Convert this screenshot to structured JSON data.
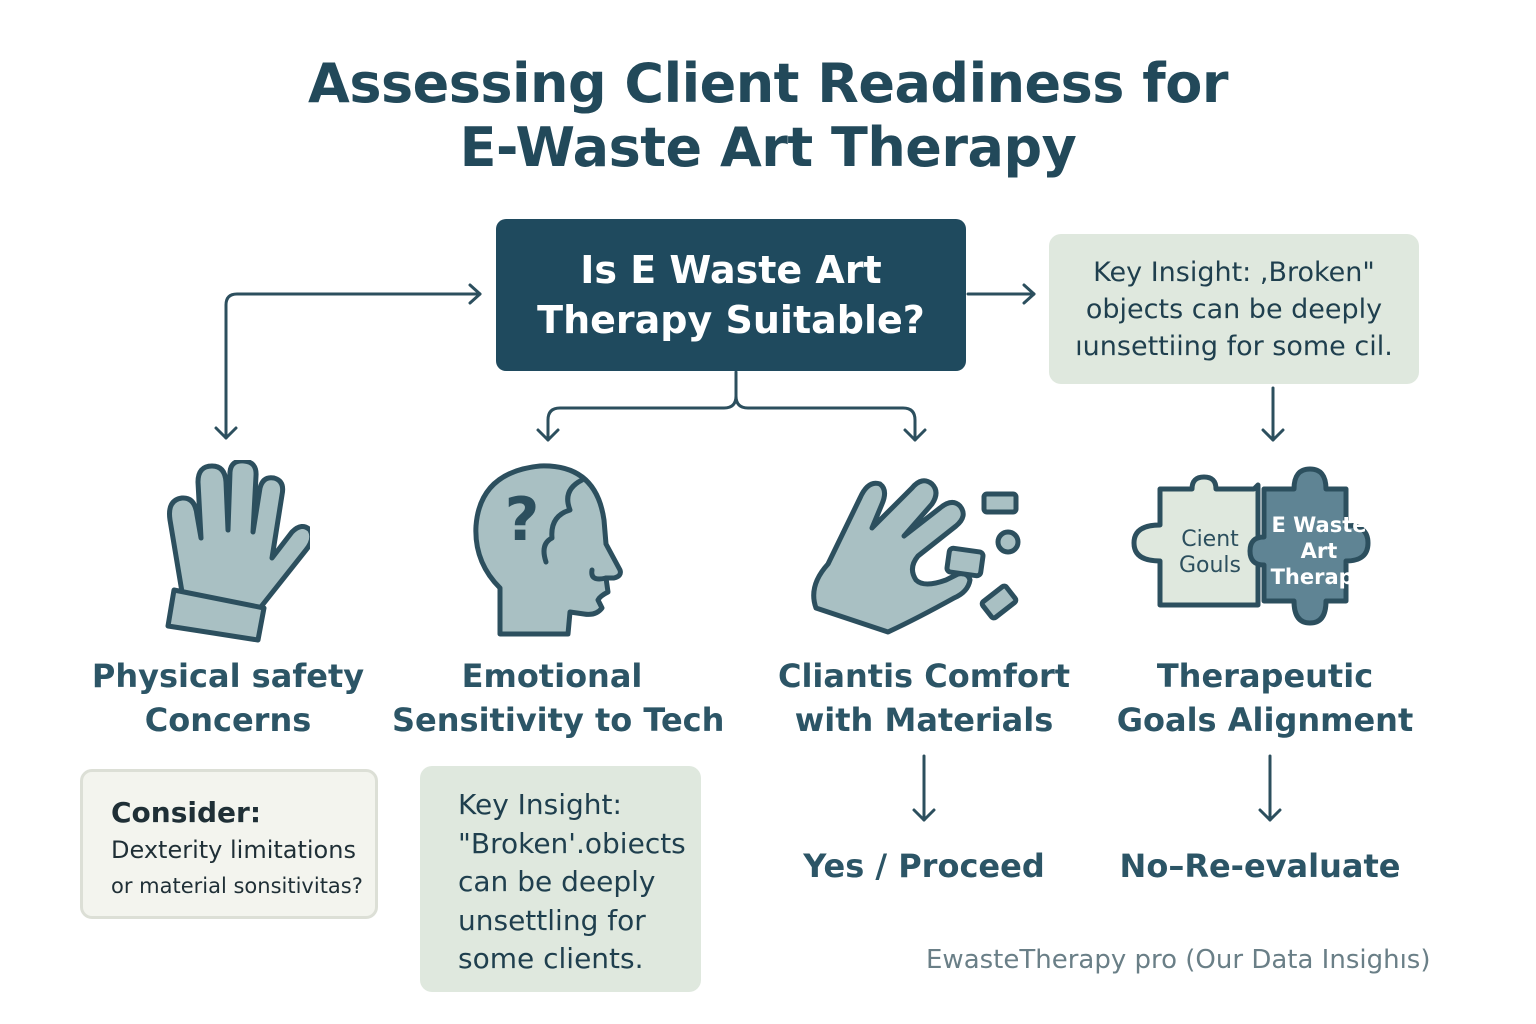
{
  "title": {
    "line1": "Assessing Client Readiness for",
    "line2": "E-Waste Art Therapy"
  },
  "decision": {
    "line1": "Is E Waste Art",
    "line2": "Therapy Suitable?"
  },
  "insight_top": {
    "line1": "Key Insight: ,Broken\"",
    "line2": "objects can be deeply",
    "line3": "ıunsettiing for some cil."
  },
  "categories": [
    {
      "line1": "Physical safety",
      "line2": "Concerns",
      "icon": "glove-icon"
    },
    {
      "line1": "Emotional",
      "line2": "Sensitivity to Tech",
      "icon": "head-question-icon"
    },
    {
      "line1": "Cliantis Comfort",
      "line2": "with Materials",
      "icon": "hand-materials-icon"
    },
    {
      "line1": "Therapeutic",
      "line2": "Goals Alignment",
      "icon": "puzzle-icon"
    }
  ],
  "puzzle": {
    "left_line1": "Cient",
    "left_line2": "Gouls",
    "right_line1": "E Waste",
    "right_line2": "Art",
    "right_line3": "Therapy"
  },
  "consider": {
    "heading": "Consider:",
    "line1": "Dexterity limitations",
    "line2": "or material sonsitivitas?"
  },
  "insight_bottom": {
    "line1": "Key Insight:",
    "line2": "\"Broken'.obiects",
    "line3": "can be deeply",
    "line4": "unsettling for",
    "line5": "some clients."
  },
  "outcomes": {
    "yes": "Yes / Proceed",
    "no": "No–Re-evaluate"
  },
  "footer": "EwasteTherapy pro (Our  Data Insighıs)",
  "colors": {
    "primary": "#1f4a5e",
    "icon_fill": "#a9c0c3",
    "icon_stroke": "#2c4f5e",
    "insight_bg": "#dfe8de",
    "consider_bg": "#f3f4ee"
  }
}
